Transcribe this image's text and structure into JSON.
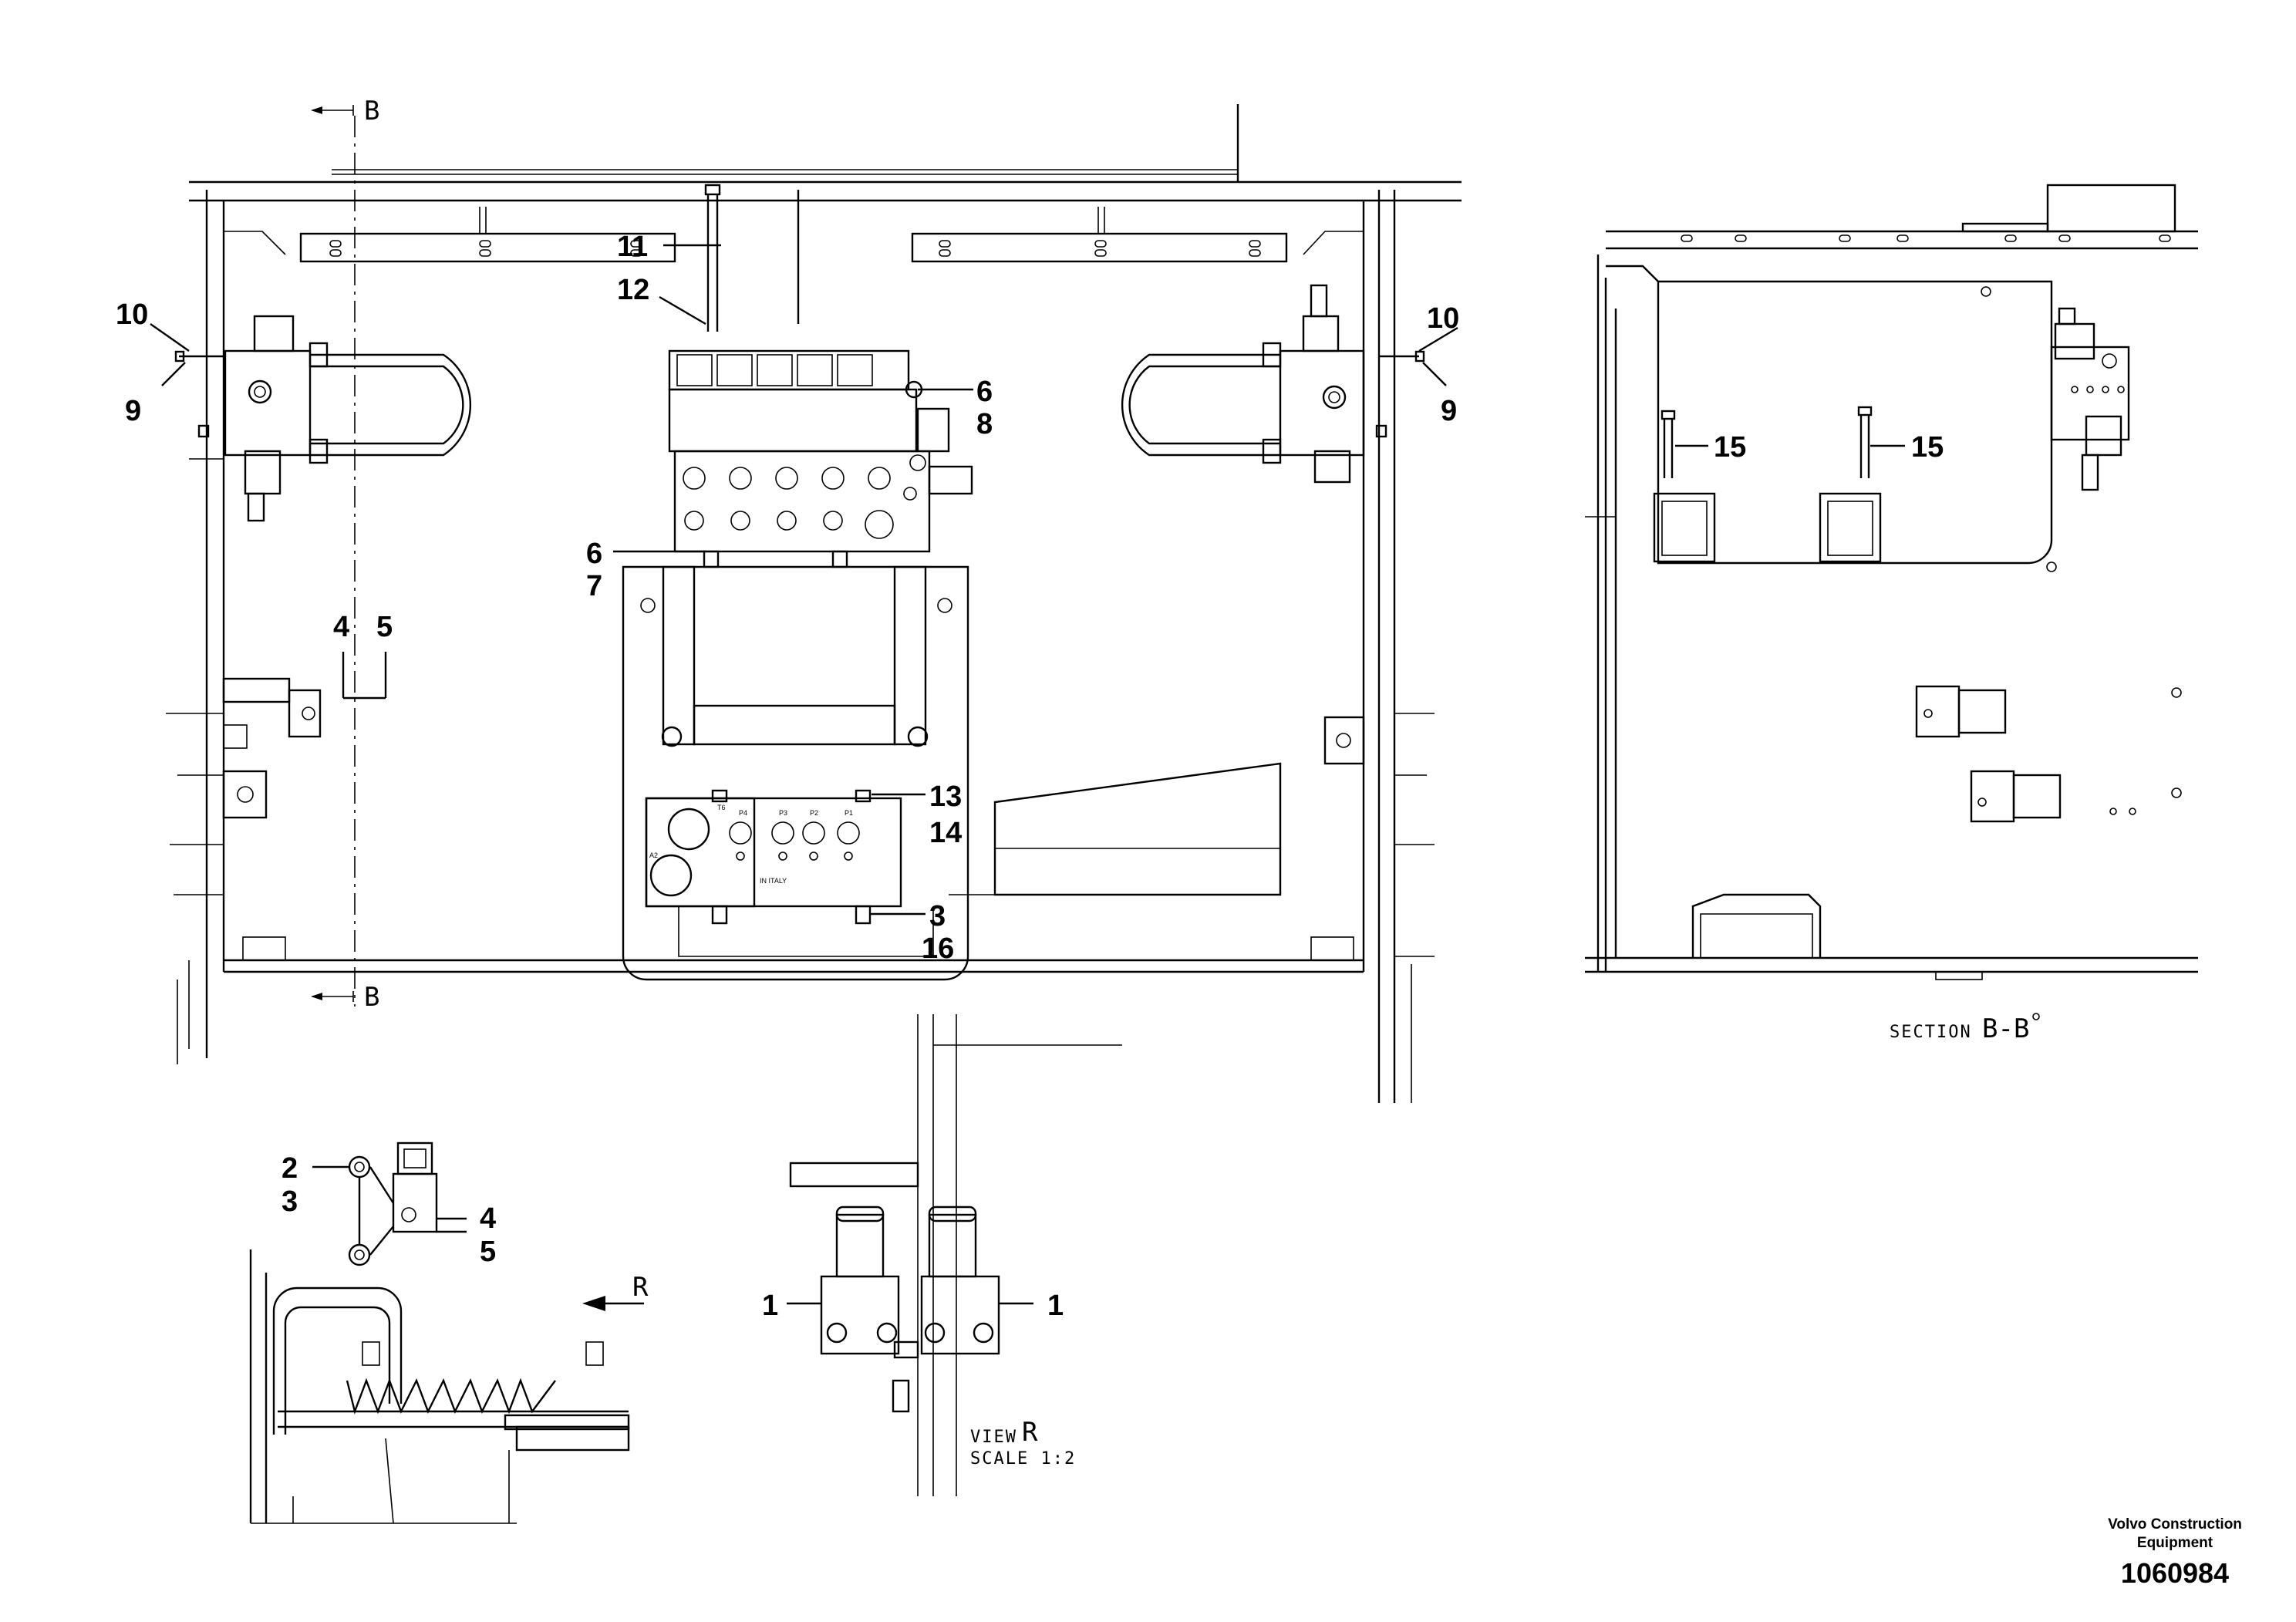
{
  "callouts": {
    "c1_left": "1",
    "c1_right": "1",
    "c2": "2",
    "c3a": "3",
    "c3b": "3",
    "c4a": "4",
    "c4b": "4",
    "c5a": "5",
    "c5b": "5",
    "c6a": "6",
    "c6b": "6",
    "c7": "7",
    "c8": "8",
    "c9a": "9",
    "c9b": "9",
    "c10a": "10",
    "c10b": "10",
    "c11": "11",
    "c12": "12",
    "c13": "13",
    "c14": "14",
    "c15a": "15",
    "c15b": "15",
    "c16": "16"
  },
  "section_marks": {
    "top": "B",
    "bottom": "B"
  },
  "section_label": {
    "prefix": "SECTION",
    "name": "B-B"
  },
  "view_arrow_letter": "R",
  "view_label": {
    "line1": "VIEW",
    "letter": "R",
    "line2": "SCALE 1:2"
  },
  "valve_labels": {
    "p4": "P4",
    "p3": "P3",
    "p2": "P2",
    "p1": "P1",
    "t6": "T6",
    "a2": "A2",
    "made": "IN ITALY"
  },
  "footer": {
    "company_line1": "Volvo Construction",
    "company_line2": "Equipment",
    "drawing_number": "1060984"
  }
}
